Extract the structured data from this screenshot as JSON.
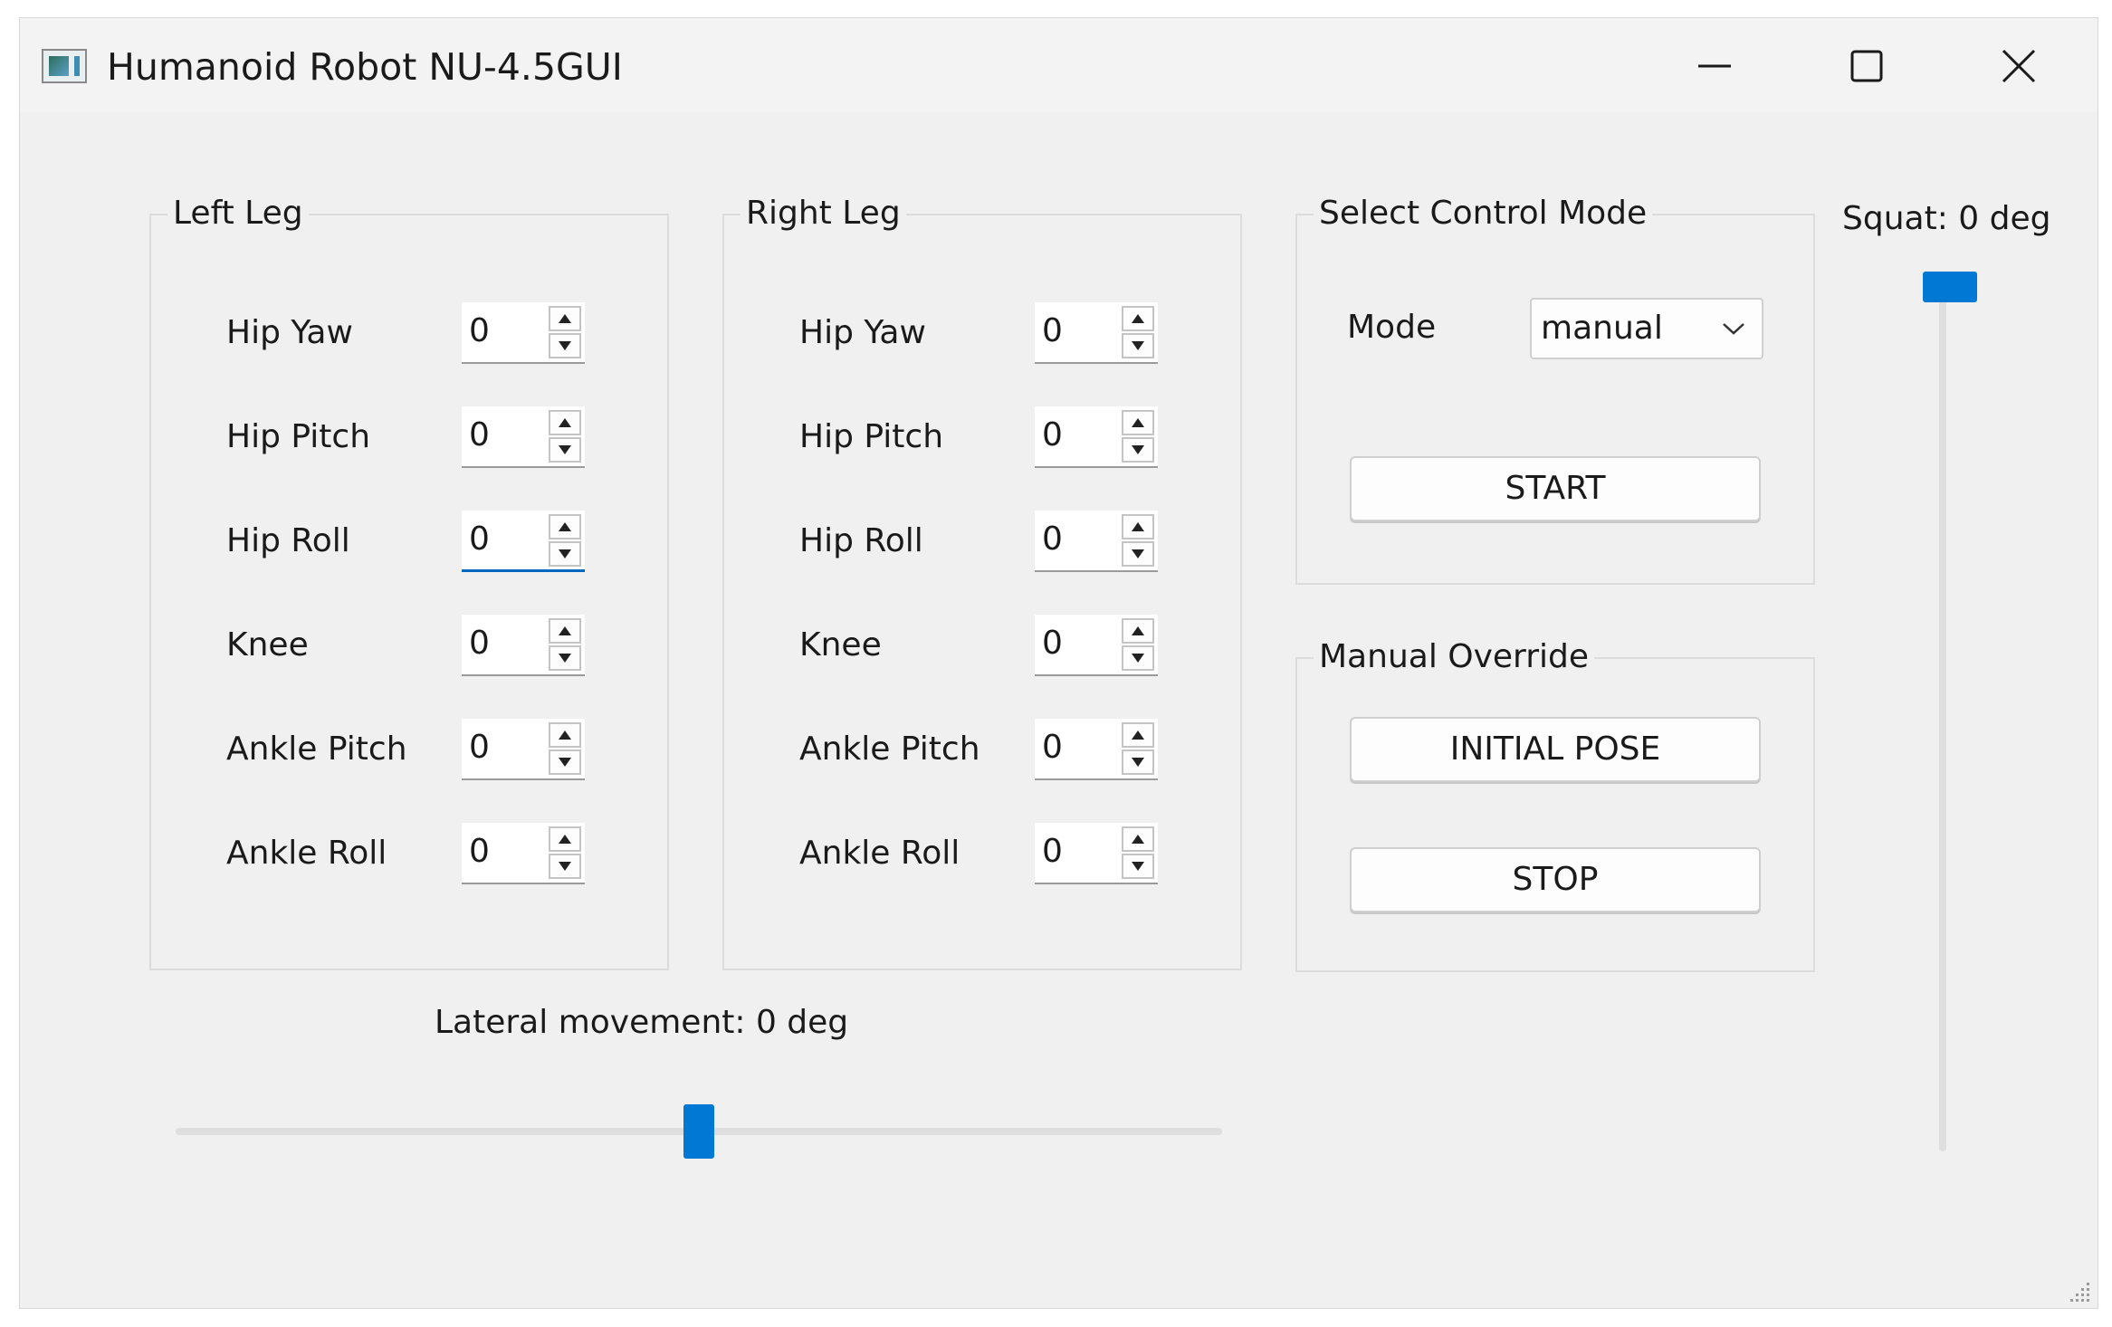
{
  "window": {
    "title": "Humanoid Robot NU-4.5GUI",
    "accent_color": "#0078d4",
    "controls": [
      "minimize-icon",
      "maximize-icon",
      "close-icon"
    ]
  },
  "left_leg": {
    "title": "Left Leg",
    "joints": [
      {
        "label": "Hip Yaw",
        "value": "0"
      },
      {
        "label": "Hip Pitch",
        "value": "0"
      },
      {
        "label": "Hip Roll",
        "value": "0"
      },
      {
        "label": "Knee",
        "value": "0"
      },
      {
        "label": "Ankle Pitch",
        "value": "0"
      },
      {
        "label": "Ankle Roll",
        "value": "0"
      }
    ]
  },
  "right_leg": {
    "title": "Right Leg",
    "joints": [
      {
        "label": "Hip Yaw",
        "value": "0"
      },
      {
        "label": "Hip Pitch",
        "value": "0"
      },
      {
        "label": "Hip Roll",
        "value": "0"
      },
      {
        "label": "Knee",
        "value": "0"
      },
      {
        "label": "Ankle Pitch",
        "value": "0"
      },
      {
        "label": "Ankle Roll",
        "value": "0"
      }
    ]
  },
  "control_mode": {
    "title": "Select Control Mode",
    "mode_label": "Mode",
    "mode_value": "manual",
    "start_label": "START"
  },
  "manual_override": {
    "title": "Manual Override",
    "initial_pose_label": "INITIAL POSE",
    "stop_label": "STOP"
  },
  "lateral": {
    "label": "Lateral movement: 0 deg",
    "position_fraction": 0.5
  },
  "squat": {
    "label": "Squat: 0 deg",
    "position_fraction": 0.0
  }
}
